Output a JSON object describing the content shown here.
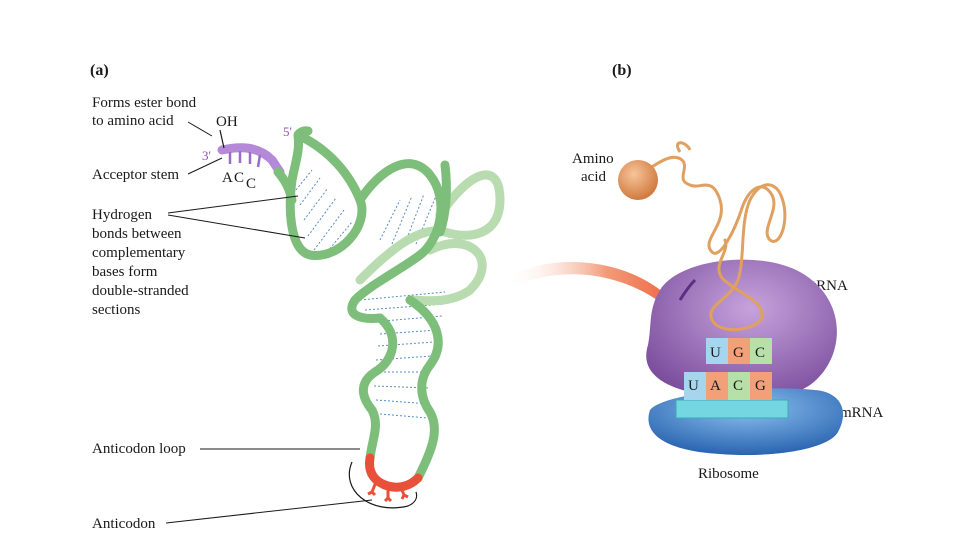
{
  "panel_a": {
    "tag": "(a)",
    "labels": {
      "ester_bond": [
        "Forms ester bond",
        "to amino acid"
      ],
      "oh": "OH",
      "three_prime": "3'",
      "five_prime": "5'",
      "acceptor_stem": "Acceptor stem",
      "acc_letters": [
        "A",
        "C",
        "C"
      ],
      "hydrogen_bonds": [
        "Hydrogen",
        "bonds between",
        "complementary",
        "bases form",
        "double-stranded",
        "sections"
      ],
      "anticodon_loop": "Anticodon loop",
      "anticodon": "Anticodon"
    },
    "colors": {
      "strand": "#7dbf7a",
      "strand_light": "#b8dcb0",
      "acceptor": "#b48ad8",
      "anticodon": "#e8503a",
      "hbond": "#3a78b8"
    }
  },
  "panel_b": {
    "tag": "(b)",
    "labels": {
      "amino_acid": [
        "Amino",
        "acid"
      ],
      "trna": "tRNA",
      "mrna": "mRNA",
      "ribosome": "Ribosome",
      "codon_top": [
        "U",
        "G",
        "C"
      ],
      "codon_bottom": [
        "U",
        "A",
        "C",
        "G"
      ]
    },
    "colors": {
      "ribosome_large": "#9a6cb8",
      "ribosome_small": "#3f86d0",
      "trna_strand": "#e0a060",
      "amino_ball": "#e89a60",
      "arrow": "#ee6a45"
    }
  }
}
